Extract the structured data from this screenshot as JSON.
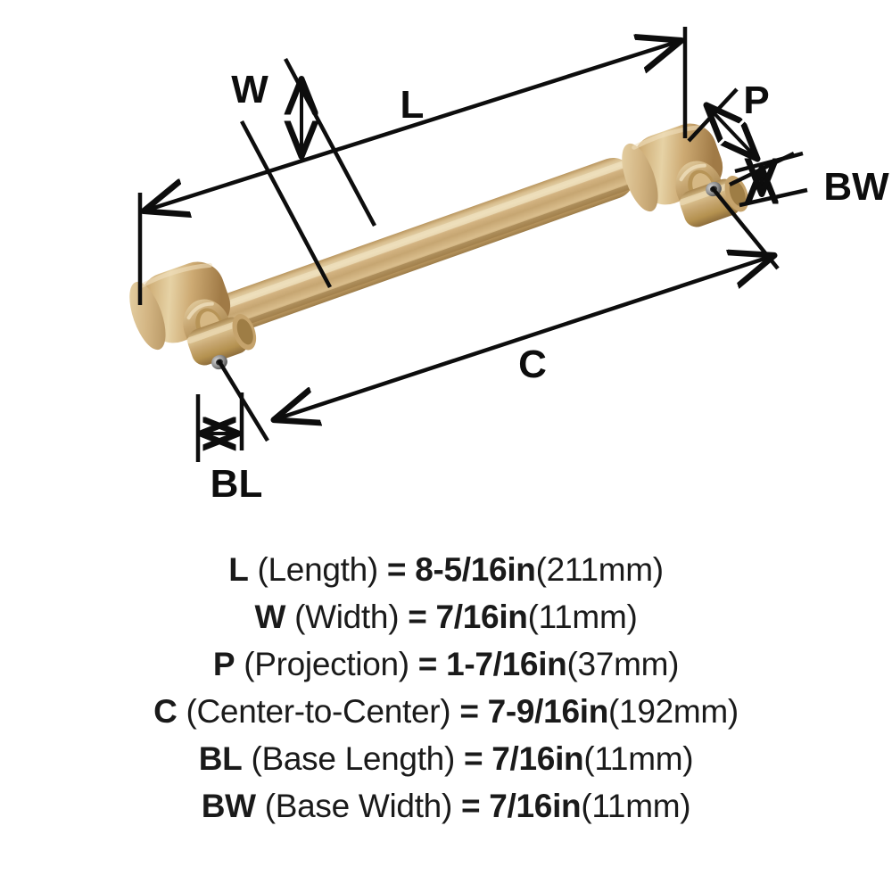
{
  "product": {
    "type": "cabinet-bar-pull",
    "finish_color": "#c9a87a",
    "finish_highlight": "#e8d3a8",
    "finish_shadow": "#a8834f",
    "line_color": "#0d0d0d"
  },
  "diagram": {
    "labels": {
      "length": "L",
      "width": "W",
      "projection": "P",
      "center_to_center": "C",
      "base_length": "BL",
      "base_width": "BW"
    }
  },
  "specs": [
    {
      "key": "L",
      "name": "(Length)",
      "eq": "=",
      "value": "8-5/16in",
      "metric": "(211mm)"
    },
    {
      "key": "W",
      "name": "(Width)",
      "eq": "=",
      "value": "7/16in",
      "metric": "(11mm)"
    },
    {
      "key": "P",
      "name": "(Projection)",
      "eq": "=",
      "value": "1-7/16in",
      "metric": "(37mm)"
    },
    {
      "key": "C",
      "name": "(Center-to-Center)",
      "eq": "=",
      "value": "7-9/16in",
      "metric": "(192mm)"
    },
    {
      "key": "BL",
      "name": "(Base Length)",
      "eq": "=",
      "value": "7/16in",
      "metric": "(11mm)"
    },
    {
      "key": "BW",
      "name": "(Base Width)",
      "eq": "=",
      "value": "7/16in",
      "metric": "(11mm)"
    }
  ]
}
